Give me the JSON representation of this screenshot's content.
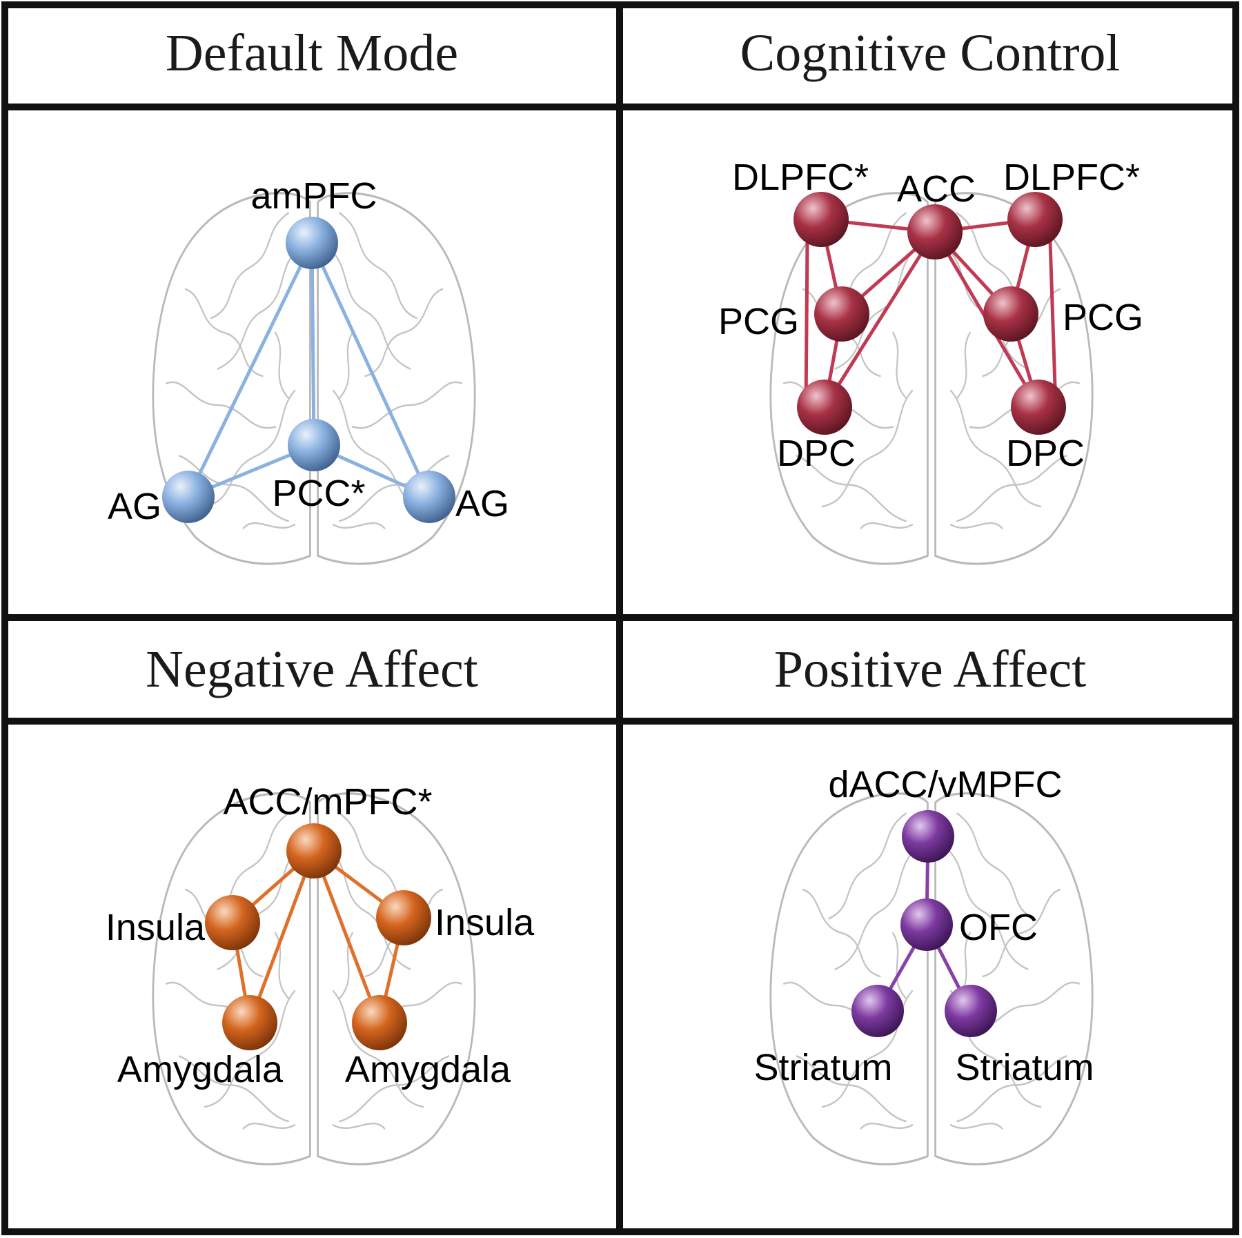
{
  "panels": [
    {
      "title": "Default Mode",
      "color": "#8ab1e0",
      "nodes": [
        {
          "id": "amPFC",
          "label": "amPFC"
        },
        {
          "id": "PCC",
          "label": "PCC*"
        },
        {
          "id": "AG_L",
          "label": "AG"
        },
        {
          "id": "AG_R",
          "label": "AG"
        }
      ],
      "edges": [
        [
          "amPFC",
          "PCC"
        ],
        [
          "amPFC",
          "AG_L"
        ],
        [
          "amPFC",
          "AG_R"
        ],
        [
          "PCC",
          "AG_L"
        ],
        [
          "PCC",
          "AG_R"
        ]
      ]
    },
    {
      "title": "Cognitive Control",
      "color": "#c03a54",
      "nodes": [
        {
          "id": "DLPFC_L",
          "label": "DLPFC*"
        },
        {
          "id": "ACC",
          "label": "ACC"
        },
        {
          "id": "DLPFC_R",
          "label": "DLPFC*"
        },
        {
          "id": "PCG_L",
          "label": "PCG"
        },
        {
          "id": "PCG_R",
          "label": "PCG"
        },
        {
          "id": "DPC_L",
          "label": "DPC"
        },
        {
          "id": "DPC_R",
          "label": "DPC"
        }
      ],
      "edges": [
        [
          "DLPFC_L",
          "ACC"
        ],
        [
          "ACC",
          "DLPFC_R"
        ],
        [
          "DLPFC_L",
          "PCG_L"
        ],
        [
          "DLPFC_L",
          "DPC_L"
        ],
        [
          "ACC",
          "PCG_L"
        ],
        [
          "ACC",
          "DPC_L"
        ],
        [
          "ACC",
          "PCG_R"
        ],
        [
          "ACC",
          "DPC_R"
        ],
        [
          "PCG_L",
          "DPC_L"
        ],
        [
          "DLPFC_R",
          "PCG_R"
        ],
        [
          "DLPFC_R",
          "DPC_R"
        ],
        [
          "PCG_R",
          "DPC_R"
        ]
      ]
    },
    {
      "title": "Negative Affect",
      "color": "#e06f2a",
      "nodes": [
        {
          "id": "ACC",
          "label": "ACC/mPFC*"
        },
        {
          "id": "INS_L",
          "label": "Insula"
        },
        {
          "id": "INS_R",
          "label": "Insula"
        },
        {
          "id": "AMY_L",
          "label": "Amygdala"
        },
        {
          "id": "AMY_R",
          "label": "Amygdala"
        }
      ],
      "edges": [
        [
          "ACC",
          "INS_L"
        ],
        [
          "ACC",
          "INS_R"
        ],
        [
          "ACC",
          "AMY_L"
        ],
        [
          "ACC",
          "AMY_R"
        ],
        [
          "INS_L",
          "AMY_L"
        ],
        [
          "INS_R",
          "AMY_R"
        ]
      ]
    },
    {
      "title": "Positive Affect",
      "color": "#8a3fa8",
      "nodes": [
        {
          "id": "DACC",
          "label": "dACC/vMPFC"
        },
        {
          "id": "OFC",
          "label": "OFC"
        },
        {
          "id": "STR_L",
          "label": "Striatum"
        },
        {
          "id": "STR_R",
          "label": "Striatum"
        }
      ],
      "edges": [
        [
          "DACC",
          "OFC"
        ],
        [
          "OFC",
          "STR_L"
        ],
        [
          "OFC",
          "STR_R"
        ]
      ]
    }
  ]
}
